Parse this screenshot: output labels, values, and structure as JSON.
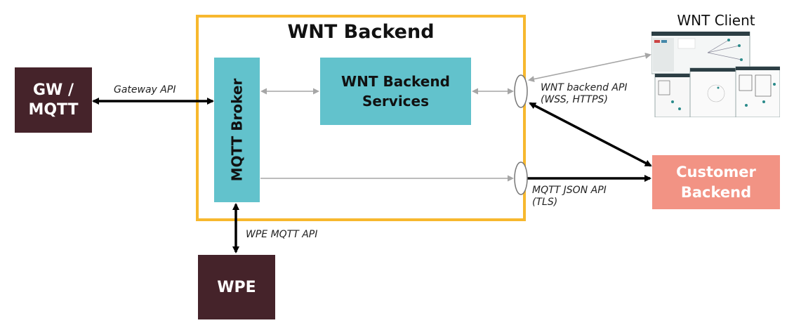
{
  "diagram": {
    "backend_title": "WNT Backend",
    "gw_label": "GW /\nMQTT",
    "wpe_label": "WPE",
    "customer_label": "Customer\nBackend",
    "services_label": "WNT Backend\nServices",
    "broker_label": "MQTT Broker",
    "client_title": "WNT Client",
    "gateway_api_label": "Gateway API",
    "wpe_api_label": "WPE MQTT API",
    "wnt_api_label": "WNT backend API\n(WSS, HTTPS)",
    "mqtt_json_label": "MQTT JSON API\n(TLS)"
  },
  "colors": {
    "frame": "#f7b82e",
    "dark_box": "#45232a",
    "teal_box": "#62c2cc",
    "salmon_box": "#f29384"
  }
}
